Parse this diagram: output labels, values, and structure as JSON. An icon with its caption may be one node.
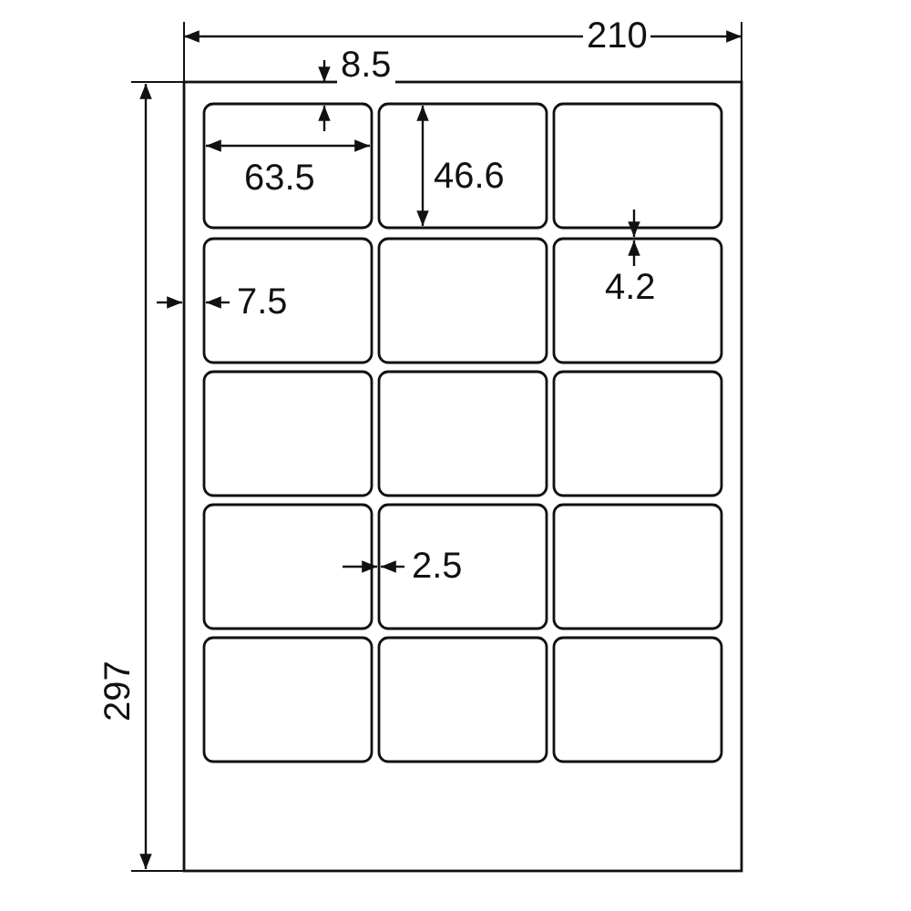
{
  "diagram": {
    "labels": [
      "210",
      "8.5",
      "63.5",
      "46.6",
      "7.5",
      "4.2",
      "2.5",
      "297"
    ]
  }
}
